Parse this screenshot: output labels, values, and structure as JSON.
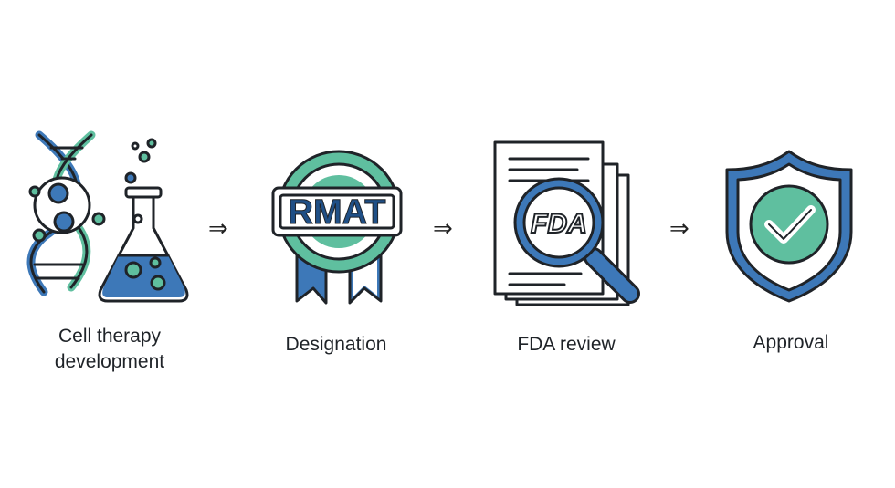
{
  "steps": [
    {
      "label": "Cell therapy\ndevelopment",
      "icon": "dna-flask-icon"
    },
    {
      "label": "Designation",
      "icon": "rmat-badge-icon",
      "badge_text": "RMAT"
    },
    {
      "label": "FDA review",
      "icon": "document-magnifier-icon",
      "logo_text": "FDA"
    },
    {
      "label": "Approval",
      "icon": "shield-check-icon"
    }
  ],
  "arrows": [
    "⇒",
    "⇒",
    "⇒"
  ],
  "colors": {
    "blue": "#3d78b8",
    "teal": "#5fbf9f",
    "outline": "#1f2328"
  }
}
